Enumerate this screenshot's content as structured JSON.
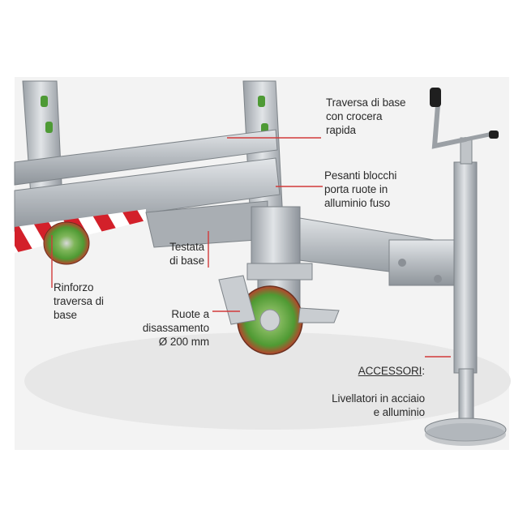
{
  "labels": {
    "traversa_base": "Traversa di base\ncon crocera\nrapida",
    "pesanti_blocchi": "Pesanti blocchi\nporta ruote in\nalluminio fuso",
    "testata_base": "Testata\ndi base",
    "rinforzo": "Rinforzo\ntraversa di\nbase",
    "ruote": "Ruote a\ndisassamento\nØ 200 mm",
    "accessori_title": "ACCESSORI",
    "accessori_colon": ":",
    "accessori_body": "Livellatori in acciaio\ne alluminio"
  },
  "colors": {
    "leader_line": "#d23a3a",
    "aluminium": "#b9bec3",
    "stripe_red": "#d3202a",
    "wheel_green": "#5aa83a",
    "wheel_red": "#b8432d",
    "background": "#ffffff",
    "photo_bg": "#f1f1f1"
  }
}
